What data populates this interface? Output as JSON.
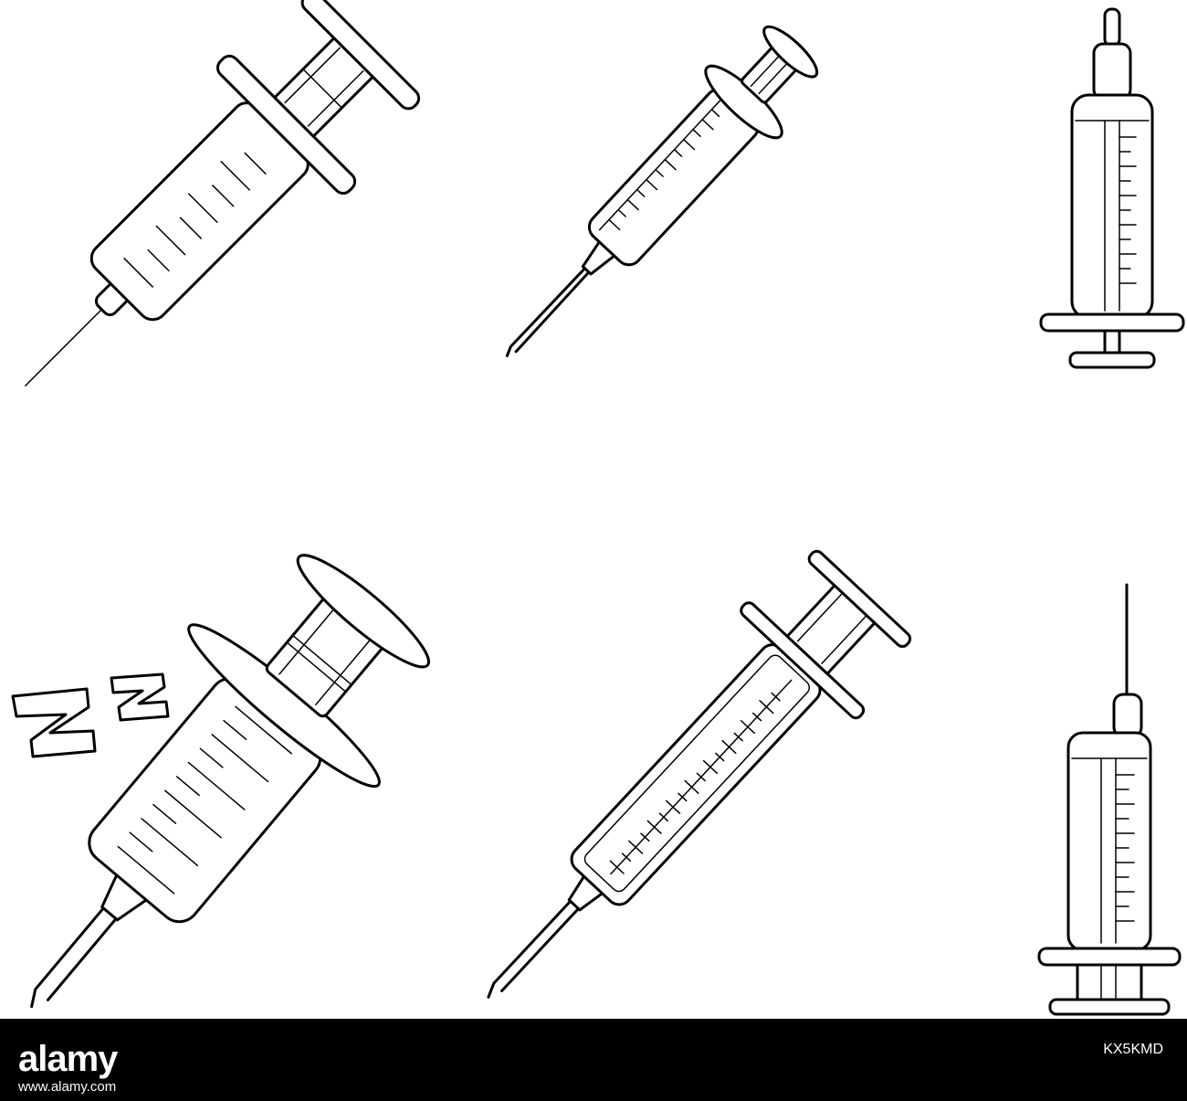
{
  "illustration": {
    "items": [
      {
        "name": "syringe-outline-diagonal"
      },
      {
        "name": "syringe-outline-slim"
      },
      {
        "name": "syringe-outline-vertical"
      },
      {
        "name": "syringe-sleep-zzz"
      },
      {
        "name": "syringe-outline-long"
      },
      {
        "name": "syringe-outline-vertical-needle-up"
      }
    ],
    "sleep_text": "Z Z"
  },
  "footer": {
    "brand": "alamy",
    "url": "www.alamy.com",
    "image_id": "KX5KMD",
    "background": "#000000",
    "text_color": "#ffffff"
  }
}
